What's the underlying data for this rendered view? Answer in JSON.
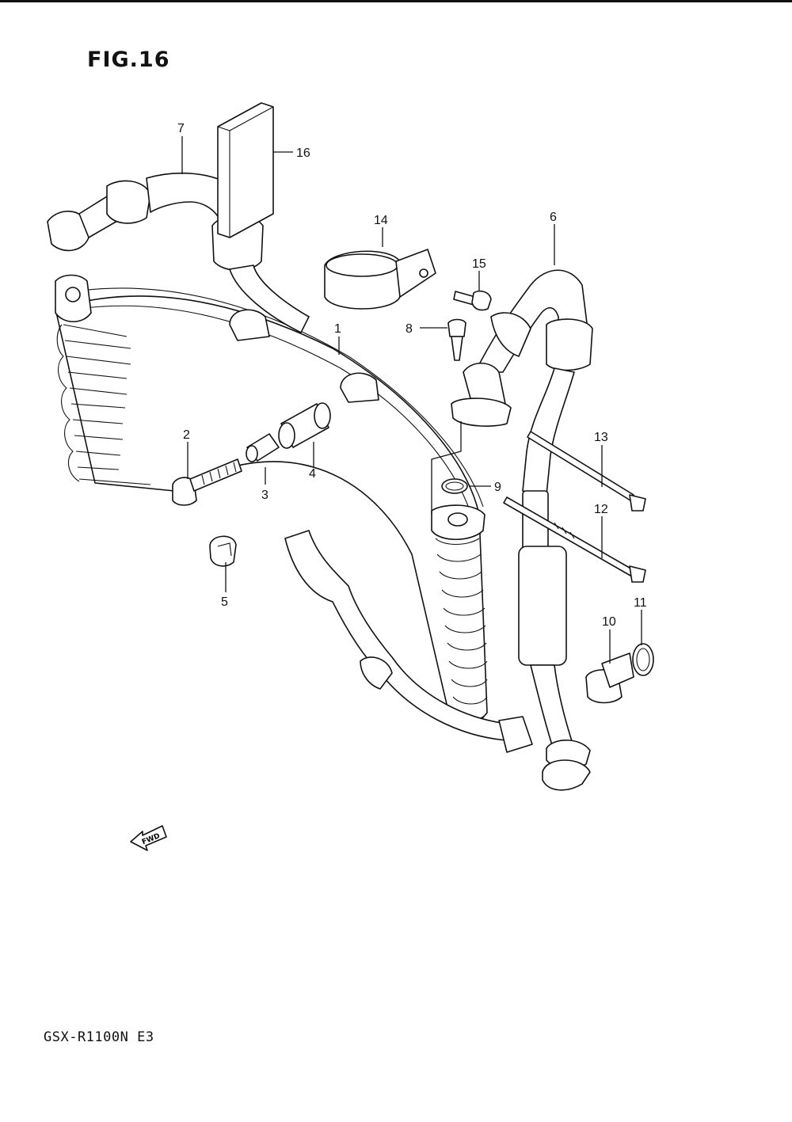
{
  "figure": {
    "title": "FIG.16",
    "model": "GSX-R1100N E3",
    "fwd_label": "FWD"
  },
  "callouts": {
    "c1": "1",
    "c2": "2",
    "c3": "3",
    "c4": "4",
    "c5": "5",
    "c6": "6",
    "c7": "7",
    "c8": "8",
    "c9": "9",
    "c10": "10",
    "c11": "11",
    "c12": "12",
    "c13": "13",
    "c14": "14",
    "c15": "15",
    "c16": "16"
  }
}
